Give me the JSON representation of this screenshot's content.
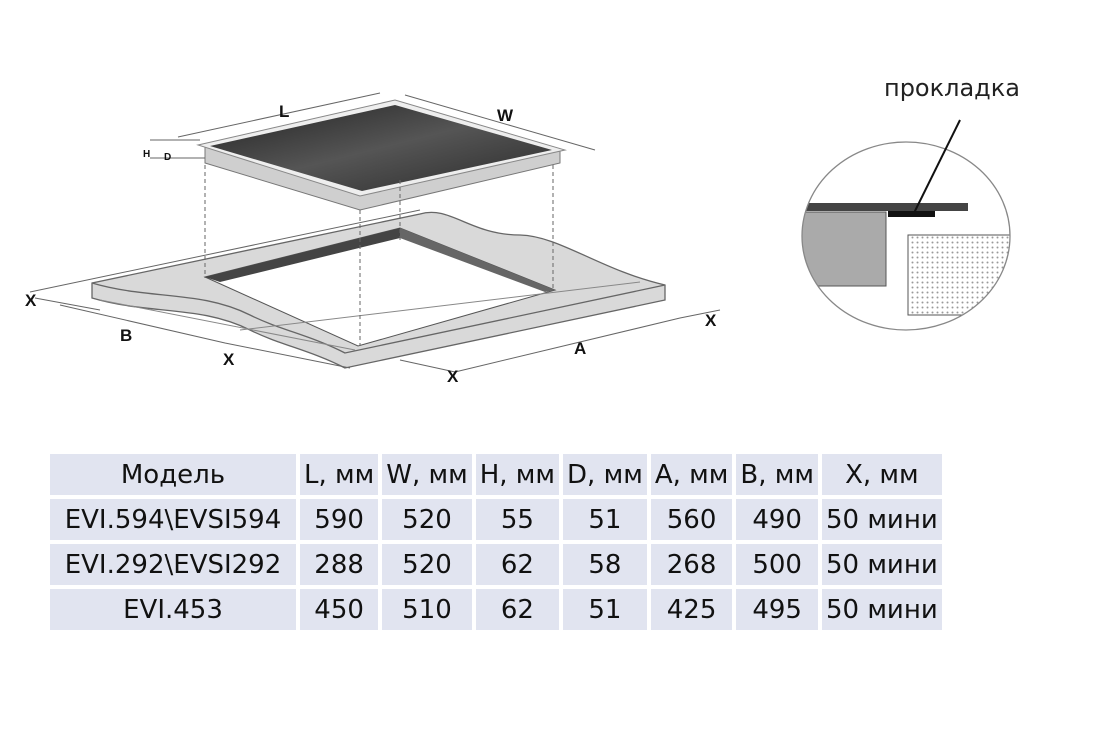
{
  "diagram": {
    "labels": {
      "L": "L",
      "W": "W",
      "H": "H",
      "D": "D",
      "A": "A",
      "B": "B",
      "X": "X"
    },
    "detail_callout": "прокладка"
  },
  "table": {
    "headers": [
      "Модель",
      "L, мм",
      "W, мм",
      "H, мм",
      "D, мм",
      "A, мм",
      "B, мм",
      "X, мм"
    ],
    "rows": [
      [
        "EVI.594\\EVSI594",
        "590",
        "520",
        "55",
        "51",
        "560",
        "490",
        "50 мини"
      ],
      [
        "EVI.292\\EVSI292",
        "288",
        "520",
        "62",
        "58",
        "268",
        "500",
        "50 мини"
      ],
      [
        "EVI.453",
        "450",
        "510",
        "62",
        "51",
        "425",
        "495",
        "50 мини"
      ]
    ]
  }
}
